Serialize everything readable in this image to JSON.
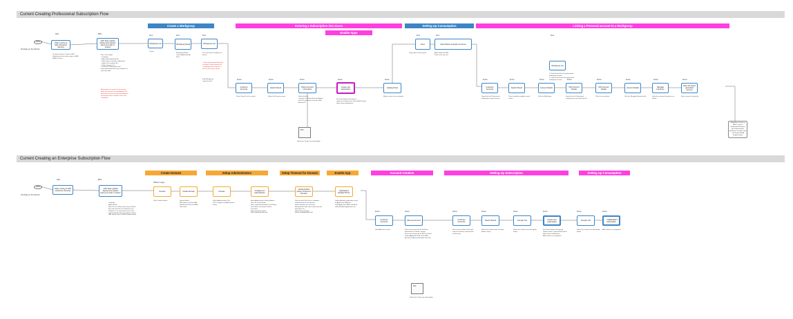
{
  "sections": {
    "professional": {
      "title": "Current Creating Professional Subscription Flow",
      "lanes": {
        "create_workgroup": "Create a Workgroup",
        "existing_subscription": "Entering a Subscription into Zuora",
        "enable_apps": "Enable Apps",
        "setting_up_consumption": "Setting Up Consumption",
        "linking_account": "Linking a Personal account to a Workgroup"
      },
      "entry": {
        "sales": "Sales",
        "purchase": "Purchase on the Nomino",
        "box": "Order coming to SAP (Customer Service)",
        "sap": "SAP",
        "bpo": "BPO",
        "sap_note": "Customer Service creates a BPO (Salesforce) ticket and assigns to SAP-ZBM-CS Team",
        "bpo_box": "SAP Team (global deployment support team) put order in system",
        "bpo_note": "This is the model:\n• Company\n• Admin Email (primary ID)\n• Sales office (customer is Actinium)\n• Sold to ID (customer ID)\n• Order reference ID\n• Contracts (Subscription and Subscription) with the same software ID and same date",
        "bpo_red": "At this point, we need to have specific fields that need to be remembered. We will prevent any accessory. Development and training more complex Terms and Conditions."
      },
      "nodes": [
        {
          "label": "Zero",
          "text": "Workgroup List",
          "note": "Create"
        },
        {
          "label": "Zero",
          "text": "Workgroup Detail",
          "note": "Workgroup Name\nOwner (Admin Email)\nSave"
        },
        {
          "label": "Zero",
          "text": "Workgroup List",
          "note": "The new Zuora ID appears in the list."
        },
        {
          "label": "Zuora",
          "text": "Customer Accounts",
          "note": "Paste Zuora ID in the search"
        },
        {
          "label": "Zuora",
          "text": "Search Result",
          "note": "Select the Parent account"
        },
        {
          "label": "Zuora",
          "text": "Parent Account Information",
          "note": "Select the Edit\nCopy the Customer Account Number from PO and paste it into the CRM Account ID"
        },
        {
          "label": "Zuora",
          "text": "Create new subscription",
          "note": "Set Term Setting to Evergreen\nUnder the Product, then select Build Product\nSelect Save and Activate"
        },
        {
          "label": "Zuora",
          "text": "Catalog Panel",
          "note": "Make a note to start activated"
        },
        {
          "label": "Zero",
          "text": "Zone",
          "note": "Copy name of zone group"
        },
        {
          "label": "Zero",
          "text": "https://admin.example.com/zone",
          "note": "Add Invalid Grid URL\nPaste in the user list"
        }
      ],
      "linking": [
        {
          "label": "Zuora",
          "text": "Customer Accounts",
          "note": "Search for the Professional workgroup's owner account"
        },
        {
          "label": "Zuora",
          "text": "Search Result",
          "note": "There should be multiple search results"
        },
        {
          "label": "Zuora",
          "text": "Account Details",
          "note": "Click the Edit button"
        },
        {
          "label": "Zuora",
          "text": "SSO Account Details",
          "note": "Search for the Professional workgroup account by Zuora ID"
        },
        {
          "label": "Zuora",
          "text": "SSO Account Details",
          "note": "Click the save button"
        },
        {
          "label": "Zuora",
          "text": "Account Details",
          "note": "Click the Navigate Hierarchy link"
        },
        {
          "label": "Zuora",
          "text": "Navigate Hierarchy",
          "note": "Verify the account hierarchy is as follows"
        },
        {
          "label": "Zuora",
          "text": "Save the Zuora generated account",
          "note": "Save account in hierarchy"
        }
      ],
      "zero_link": {
        "label": "Zero",
        "text": "Workgroup List",
        "note": "1. Find Zuora ID for the professional workgroup account\n2. Copy Zuora ID for the professional workgroup account"
      },
      "doc": {
        "text": "PO",
        "note": "Select the Create new subscription"
      },
      "glob_text": "GlobalView\nCreate an SFDC case for Professional Services (for Professional & Enterprise accounts only - for Services/Field Support team)"
    },
    "enterprise": {
      "title": "Current Creating an Enterprise Subscription Flow",
      "lanes": {
        "create_domain": "Create Domain",
        "setup_admins": "Setup Administrators",
        "setup_timeout": "Setup Timeout for Domain",
        "enable_app": "Enable App",
        "account_creation": "Account Creation",
        "setting_up_subscription": "Setting Up Subscription",
        "setting_up_consumption": "Setting Up Consumption"
      },
      "entry": {
        "sales": "Sales",
        "purchase": "Purchase on the Nomino",
        "box": "Order coming to SAP (Customer Service)",
        "sap": "SAP",
        "bpo": "BPO",
        "bpo_box": "SAP Team (global deployment support team) put order in system",
        "bpo_note": "Company\nAdmin Email\nSales ID of customer when buy (or Mesh Bus and Cloud has ID, Sequence has Grade ID in cart and other up to Once)\nUse ID / Email of the subscription order & SAP will be tied to it (New Domain name)"
      },
      "nodes": [
        {
          "label": "Platform Login",
          "text": "Domain",
          "note": "Click Create Domain"
        },
        {
          "label": "",
          "text": "Create Domain",
          "note": "Domain Name\nURL pattern and click Add\nDefault email and click Add\nClick Save"
        },
        {
          "label": "",
          "text": "Domain",
          "note": "Select Administrators Tab\nClick Configure an Administrator button"
        },
        {
          "label": "",
          "text": "Configure an Administrator",
          "note": "Enter Administrator's Email address\nClick the Check button\nEnter required information: First Name, Last Name, Password, Confirm Password\nSelect the Save button\nSelect Authentication tab"
        },
        {
          "label": "",
          "text": "Authentication (Setup Timeout for Domain)",
          "note": "Click the edit Click here to configure authentication for this domain\nUnder Settings, go to Session Management, then select value from the drop down list\nSelect Save Changes\nSelect the Applications tab"
        },
        {
          "label": "",
          "text": "Applications (Enable BYOL)",
          "note": "Under Available applications enter an Application Mapping\nClick Apply, then follow should be under Enabled applications list"
        },
        {
          "label": "Zuora",
          "text": "Customer Accounts",
          "note": "Click Add new account"
        },
        {
          "label": "Zuora",
          "text": "Add new Account",
          "note": "Fill out necessary info for the Basic Information & Contacts section\nFill out necessary info for Bill To Contact\nUnder Additional Fields select SAP Account ID (Account Number from PO)"
        },
        {
          "label": "Zuora",
          "text": "Customer Accounts",
          "note": "Go to account field on the right, enter the Domain created name and hit enter"
        },
        {
          "label": "Zuora",
          "text": "Search Result",
          "note": "Select the Domain from Customer Name column"
        },
        {
          "label": "Zuora",
          "text": "Domain Info",
          "note": "Select the Create new subscription button"
        },
        {
          "label": "Zuora",
          "text": "Create new subscription",
          "note": "Set Term Setting to Evergreen\nUnder Product, select Build Product\nSelect Save and Activate\nAdd credit as cost payment"
        },
        {
          "label": "Zuora",
          "text": "Domain Info",
          "note": "Select the Create new subscription button"
        },
        {
          "label": "Zuora",
          "text": "Create new subscription",
          "note": "Add credit as cost payment"
        }
      ],
      "doc": {
        "text": "PO",
        "note": "Select the Create new subscription"
      }
    }
  }
}
